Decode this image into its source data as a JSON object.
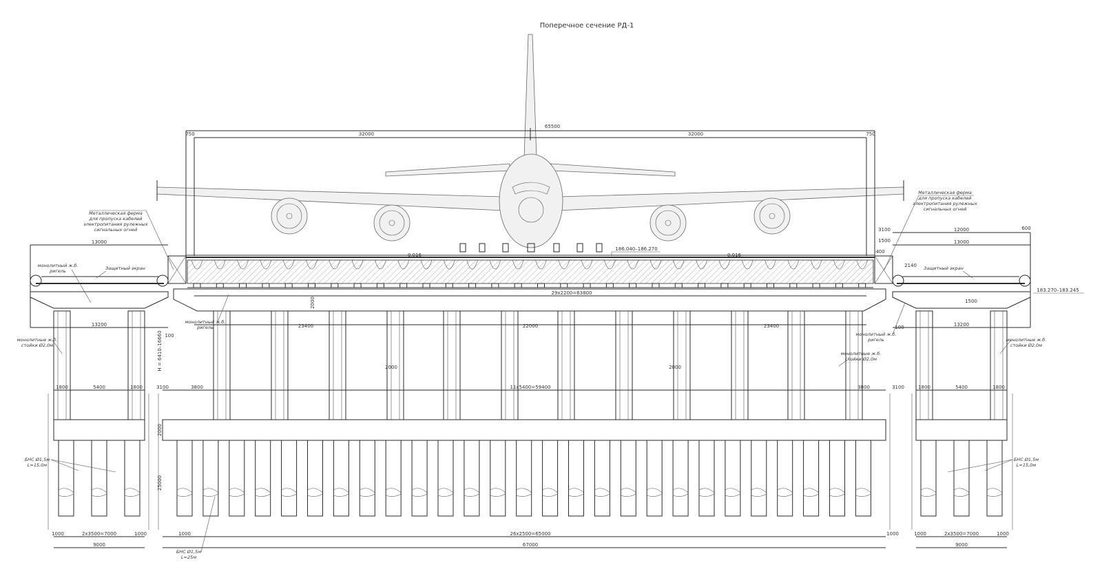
{
  "title": "Поперечное сечение РД-1",
  "dimensions": {
    "overall_top": "65500",
    "top_left_edge": "750",
    "top_right_edge": "750",
    "top_left_half": "32000",
    "top_right_half": "32000",
    "left_deck_width": "13000",
    "left_below_deck": "13200",
    "right_12000": "12000",
    "right_13000": "13000",
    "right_13200": "13200",
    "right_3100": "3100",
    "right_1500": "1500",
    "right_600": "600",
    "right_2140": "2140",
    "right_400": "400",
    "right_1500_v": "1500",
    "elev_top": "186.040–186.270",
    "elev_right": "183.270–183.245",
    "slope_left": "0.016",
    "slope_right": "0.016",
    "ribs": "29x2200=63800",
    "gap_left_2000": "2000",
    "span_23400_left": "23400",
    "span_22000": "22000",
    "span_23400_right": "23400",
    "col_2000_a": "2000",
    "col_2000_b": "2000",
    "gap_100_left": "100",
    "gap_100_right": "100",
    "height_range": "H = 6410–16660",
    "left_1800_a": "1800",
    "left_5400": "5400",
    "left_1800_b": "1800",
    "mid_3100_l": "3100",
    "mid_3800_l": "3800",
    "mid_cols": "11x5400=59400",
    "mid_3800_r": "3800",
    "mid_3100_r": "3100",
    "right_1800_a": "1800",
    "right_5400": "5400",
    "right_1800_b": "1800",
    "cap_2000": "2000",
    "pile_25000": "25000",
    "left_1000_a": "1000",
    "left_piles": "2x3500=7000",
    "left_1000_b": "1000",
    "left_9000": "9000",
    "mid_1000_l": "1000",
    "mid_piles": "26x2500=65000",
    "mid_1000_r": "1000",
    "mid_67000": "67000",
    "right_1000_a": "1000",
    "right_piles": "2x3500=7000",
    "right_1000_b": "1000",
    "right_9000": "9000"
  },
  "notes": {
    "truss_left": [
      "Металлическая ферма",
      "для пропуска кабелей",
      "электропитания рулежных",
      "сигнальных огней"
    ],
    "truss_right": [
      "Металлическая ферма",
      "для пропуска кабелей",
      "электропитания рулежных",
      "сигнальных огней"
    ],
    "beam_left": [
      "монолитный ж.б.",
      "ригель"
    ],
    "screen_left": "Защитный экран",
    "screen_right": "Защитный экран",
    "beam_center": [
      "монолитный ж.б.",
      "ригель"
    ],
    "beam_right": [
      "монолитный ж.б.",
      "ригель"
    ],
    "columns_left": [
      "монолитные ж.б.",
      "стойки Ø2,0м"
    ],
    "columns_center": [
      "монолитные ж.б.",
      "стойки Ø2,0м"
    ],
    "columns_right": [
      "монолитные ж.б.",
      "стойки Ø2,0м"
    ],
    "piles_left": [
      "БНС Ø1,5м",
      "L=15,0м"
    ],
    "piles_right": [
      "БНС Ø1,5м",
      "L=15,0м"
    ],
    "piles_center": [
      "БНС Ø1,5м",
      "L=25м"
    ]
  }
}
